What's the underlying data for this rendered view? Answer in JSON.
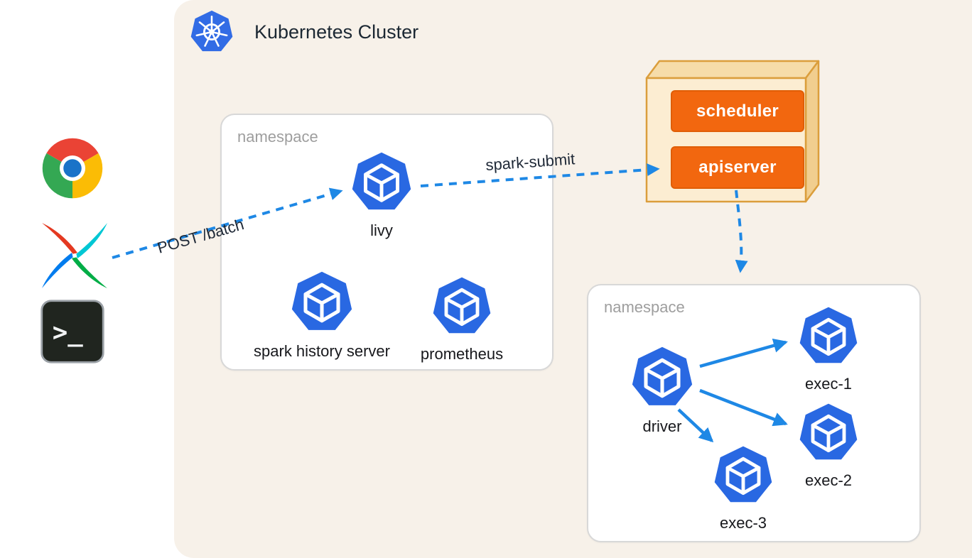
{
  "header": {
    "title": "Kubernetes Cluster"
  },
  "left_rail": {
    "icons": [
      {
        "name": "chrome-browser"
      },
      {
        "name": "airflow"
      },
      {
        "name": "terminal",
        "glyph": ">_"
      }
    ]
  },
  "control_plane": {
    "scheduler_label": "scheduler",
    "apiserver_label": "apiserver"
  },
  "namespace_livy": {
    "label": "namespace",
    "pods": {
      "livy": "livy",
      "spark_history_server": "spark history server",
      "prometheus": "prometheus"
    }
  },
  "namespace_spark": {
    "label": "namespace",
    "pods": {
      "driver": "driver",
      "exec1": "exec-1",
      "exec2": "exec-2",
      "exec3": "exec-3"
    }
  },
  "arrows": {
    "post_batch_label": "POST /batch",
    "spark_submit_label": "spark-submit"
  },
  "colors": {
    "kubernetes_blue": "#326CE5",
    "pod_blue": "#2968E2",
    "arrow_blue": "#1E88E5",
    "control_plane_fill": "#FCEDD2",
    "control_plane_border": "#DB9E3C",
    "button_orange": "#F2670F",
    "background_beige": "#F7F1E9"
  }
}
